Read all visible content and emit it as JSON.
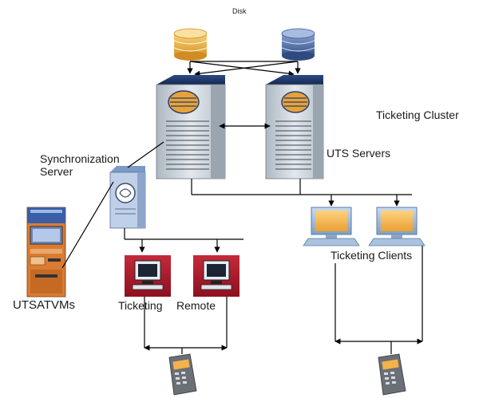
{
  "labels": {
    "disk": "Disk",
    "ticketing_cluster": "Ticketing Cluster",
    "uts_servers": "UTS Servers",
    "sync_server_line1": "Synchronization",
    "sync_server_line2": "Server",
    "utsatvms": "UTSATVMs",
    "ticketing": "Ticketing",
    "remote": "Remote",
    "ticketing_clients": "Ticketing Clients"
  },
  "icons": {
    "disk": "database-cylinder-icon",
    "server": "server-tower-icon",
    "sync_server": "sync-server-icon",
    "atvm": "ticket-vending-machine-icon",
    "pc": "desktop-computer-icon",
    "handheld": "handheld-terminal-icon"
  },
  "colors": {
    "disk_gold": "#e8b23a",
    "disk_blue": "#4d6eaa",
    "server_body": "#cfd6dc",
    "server_top": "#233a6b",
    "remote_frame": "#a8192b",
    "client_screen": "#f2b64e",
    "client_body": "#9bb8d6",
    "line": "#000000"
  }
}
